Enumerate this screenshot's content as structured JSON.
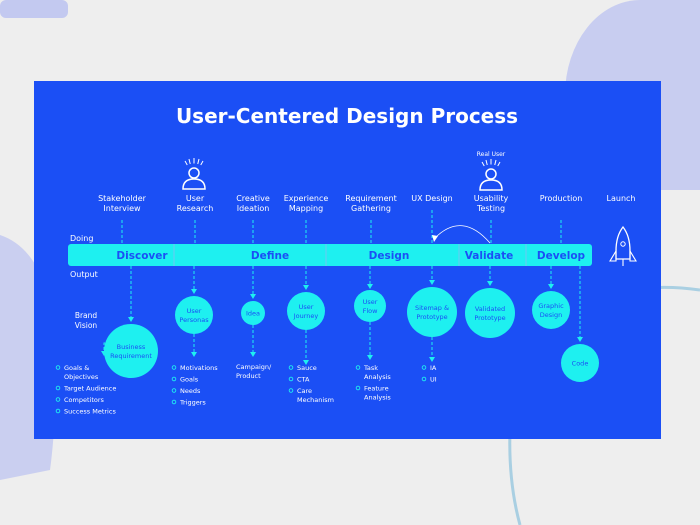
{
  "title": "User-Centered Design Process",
  "colors": {
    "background": "#eeeeee",
    "card": "#1b4ff5",
    "accent": "#1ef0f0",
    "text": "#ffffff",
    "phase_text": "#1b4ff5",
    "decor_lavender": "#c3c9f0",
    "decor_lightblue": "#a9cfe2"
  },
  "row_labels": {
    "doing": "Doing",
    "output": "Output"
  },
  "real_user_label": "Real User",
  "brand_vision": [
    "Brand",
    "Vision"
  ],
  "phases": [
    "Discover",
    "Define",
    "Design",
    "Validate",
    "Develop"
  ],
  "activities": [
    [
      "Stakeholder",
      "Interview"
    ],
    [
      "User",
      "Research"
    ],
    [
      "Creative",
      "Ideation"
    ],
    [
      "Experience",
      "Mapping"
    ],
    [
      "Requirement",
      "Gathering"
    ],
    [
      "UX Design"
    ],
    [
      "Usability",
      "Testing"
    ],
    [
      "Production"
    ],
    [
      "Launch"
    ]
  ],
  "outputs": [
    [
      "Business",
      "Requirement"
    ],
    [
      "User",
      "Personas"
    ],
    [
      "Idea"
    ],
    [
      "User",
      "Journey"
    ],
    [
      "User",
      "Flow"
    ],
    [
      "Sitemap &",
      "Prototype"
    ],
    [
      "Validated",
      "Prototype"
    ],
    [
      "Graphic",
      "Design"
    ],
    [
      "Code"
    ]
  ],
  "details": [
    [
      [
        "Goals &",
        "Objectives"
      ],
      [
        "Target Audience"
      ],
      [
        "Competitors"
      ],
      [
        "Success Metrics"
      ]
    ],
    [
      [
        "Motivations"
      ],
      [
        "Goals"
      ],
      [
        "Needs"
      ],
      [
        "Triggers"
      ]
    ],
    [
      [
        "Campaign/",
        "Product"
      ]
    ],
    [
      [
        "Sauce"
      ],
      [
        "CTA"
      ],
      [
        "Care",
        "Mechanism"
      ]
    ],
    [
      [
        "Task",
        "Analysis"
      ],
      [
        "Feature",
        "Analysis"
      ]
    ],
    [
      [
        "IA"
      ],
      [
        "UI"
      ]
    ]
  ],
  "icons": [
    "user-icon",
    "real-user-icon",
    "rocket-icon",
    "loop-arrow-icon"
  ]
}
